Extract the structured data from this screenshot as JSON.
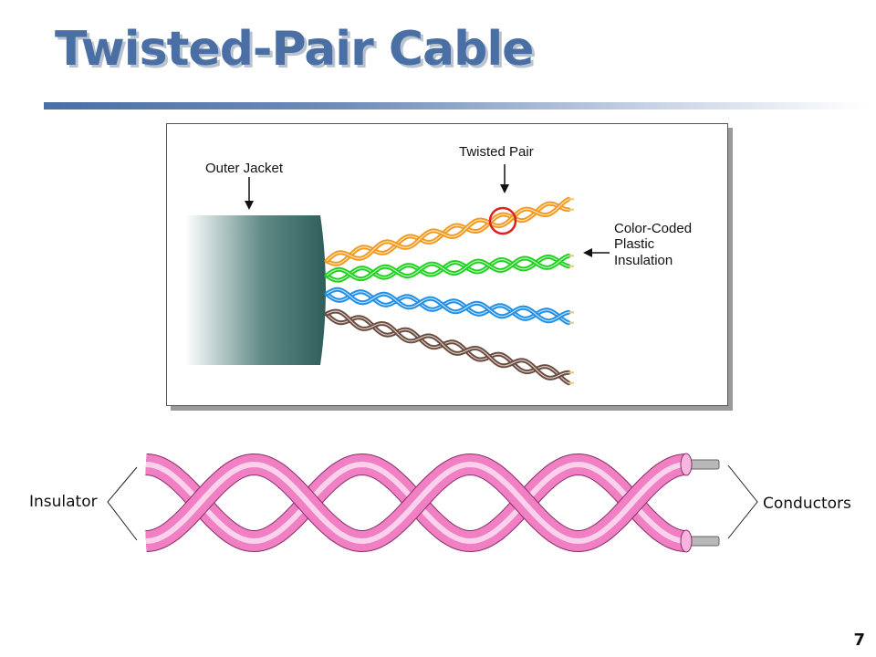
{
  "slide": {
    "title": "Twisted-Pair Cable",
    "page_number": "7"
  },
  "cable_diagram": {
    "labels": {
      "outer_jacket": "Outer Jacket",
      "twisted_pair": "Twisted Pair",
      "color_coded": "Color-Coded\nPlastic\nInsulation"
    },
    "pair_colors": {
      "orange": "#f39a1e",
      "green": "#1ed21e",
      "blue": "#1e8ee6",
      "brown": "#6b4b3e",
      "highlight_circle": "#e02020",
      "jacket": "#2f5f5b"
    }
  },
  "twist_diagram": {
    "labels": {
      "insulator": "Insulator",
      "conductors": "Conductors"
    },
    "colors": {
      "insulator": "#f07fc4",
      "insulator_highlight": "#fbd2ec",
      "conductor": "#b8b8b8"
    }
  }
}
